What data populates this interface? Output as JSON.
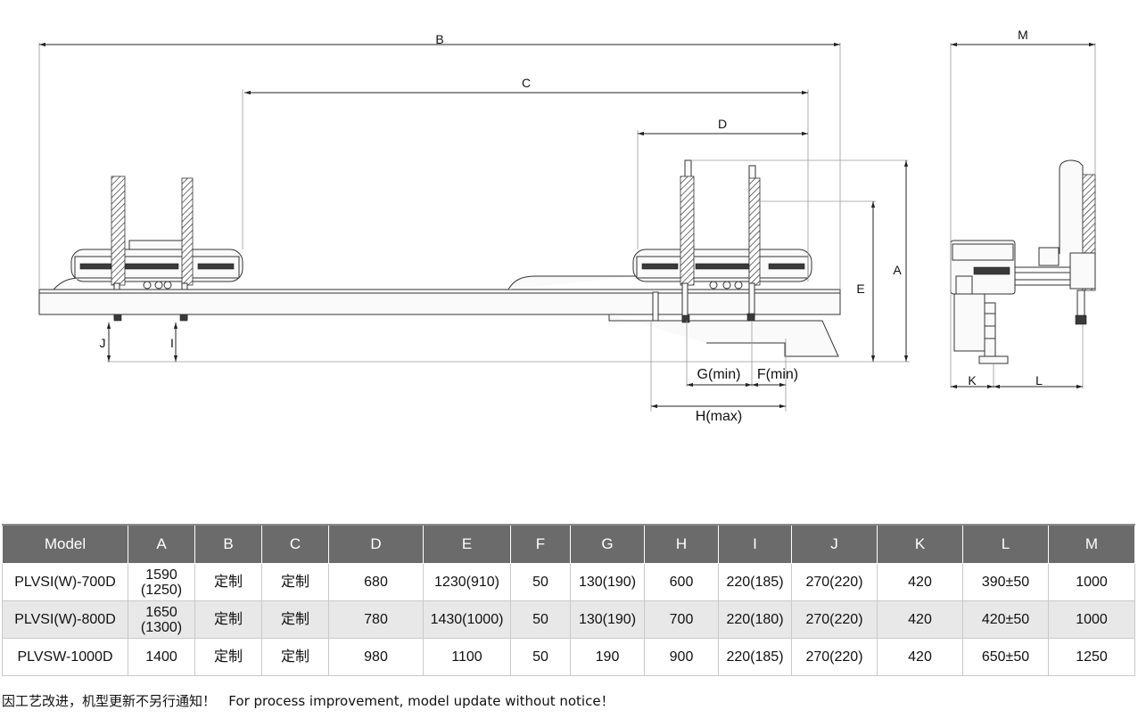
{
  "drawing": {
    "dimension_labels": {
      "A": "A",
      "B": "B",
      "C": "C",
      "D": "D",
      "E": "E",
      "G": "G(min)",
      "F": "F(min)",
      "H": "H(max)",
      "I": "I",
      "J": "J",
      "K": "K",
      "L": "L",
      "M": "M"
    }
  },
  "table": {
    "headers": [
      "Model",
      "A",
      "B",
      "C",
      "D",
      "E",
      "F",
      "G",
      "H",
      "I",
      "J",
      "K",
      "L",
      "M"
    ],
    "rows": [
      {
        "model": "PLVSI(W)-700D",
        "a1": "1590",
        "a2": "(1250)",
        "b": "定制",
        "c": "定制",
        "d": "680",
        "e": "1230(910)",
        "f": "50",
        "g": "130(190)",
        "h": "600",
        "i": "220(185)",
        "j": "270(220)",
        "k": "420",
        "l": "390±50",
        "m": "1000"
      },
      {
        "model": "PLVSI(W)-800D",
        "a1": "1650",
        "a2": "(1300)",
        "b": "定制",
        "c": "定制",
        "d": "780",
        "e": "1430(1000)",
        "f": "50",
        "g": "130(190)",
        "h": "700",
        "i": "220(180)",
        "j": "270(220)",
        "k": "420",
        "l": "420±50",
        "m": "1000"
      },
      {
        "model": "PLVSW-1000D",
        "a1": "1400",
        "a2": "",
        "b": "定制",
        "c": "定制",
        "d": "980",
        "e": "1100",
        "f": "50",
        "g": "190",
        "h": "900",
        "i": "220(185)",
        "j": "270(220)",
        "k": "420",
        "l": "650±50",
        "m": "1250"
      }
    ]
  },
  "notice": "因工艺改进，机型更新不另行通知！   For process improvement, model update without notice！"
}
